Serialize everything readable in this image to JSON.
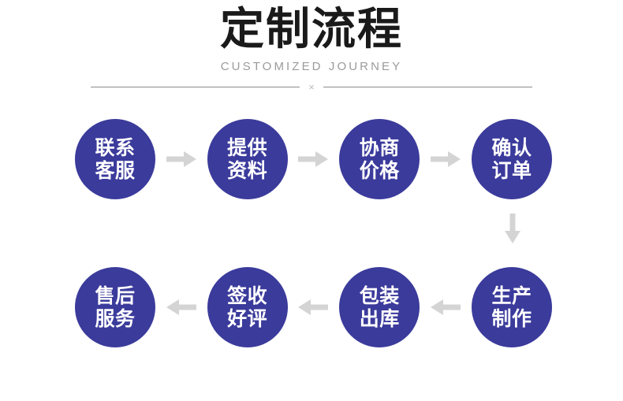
{
  "header": {
    "title": "定制流程",
    "subtitle": "CUSTOMIZED JOURNEY",
    "divider_mark": "×"
  },
  "colors": {
    "node_fill": "#3b3b9c",
    "node_text": "#ffffff",
    "arrow": "#d4d4d4",
    "title": "#1a1a1a",
    "subtitle": "#9b9b9b",
    "divider_line": "#8d8d8d",
    "background": "#ffffff"
  },
  "flow": {
    "row_top": {
      "direction": "right",
      "nodes": [
        {
          "line1": "联系",
          "line2": "客服"
        },
        {
          "line1": "提供",
          "line2": "资料"
        },
        {
          "line1": "协商",
          "line2": "价格"
        },
        {
          "line1": "确认",
          "line2": "订单"
        }
      ],
      "arrows": [
        "arrow-right-icon",
        "arrow-right-icon",
        "arrow-right-icon"
      ]
    },
    "connector": {
      "icon": "arrow-down-icon"
    },
    "row_bottom": {
      "direction": "left",
      "nodes": [
        {
          "line1": "售后",
          "line2": "服务"
        },
        {
          "line1": "签收",
          "line2": "好评"
        },
        {
          "line1": "包装",
          "line2": "出库"
        },
        {
          "line1": "生产",
          "line2": "制作"
        }
      ],
      "arrows": [
        "arrow-left-icon",
        "arrow-left-icon",
        "arrow-left-icon"
      ]
    }
  }
}
